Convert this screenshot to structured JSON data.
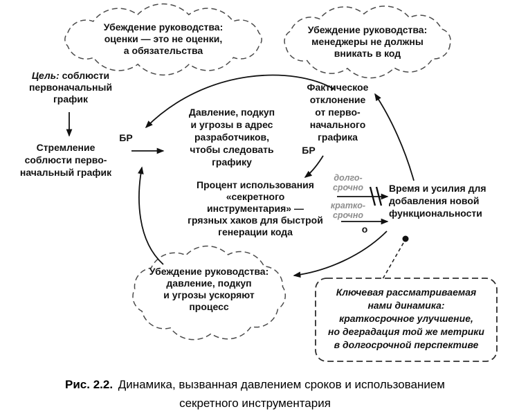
{
  "clouds": {
    "cloud1": {
      "lines": [
        "Убеждение руководства:",
        "оценки — это не оценки,",
        "а обязательства"
      ]
    },
    "cloud2": {
      "lines": [
        "Убеждение руководства:",
        "менеджеры не должны",
        "вникать в код"
      ]
    },
    "cloud3": {
      "lines": [
        "Убеждение руководства:",
        "давление, подкуп",
        "и угрозы ускоряют",
        "процесс"
      ]
    }
  },
  "nodes": {
    "goal": {
      "prefix": "Цель:",
      "line1_rest": "соблюсти",
      "line2": "первоначальный",
      "line3": "график"
    },
    "striving": {
      "lines": [
        "Стремление",
        "соблюсти перво-",
        "начальный график"
      ]
    },
    "pressure": {
      "lines": [
        "Давление, подкуп",
        "и угрозы в адрес",
        "разработчиков,",
        "чтобы следовать",
        "графику"
      ]
    },
    "deviation": {
      "lines": [
        "Фактическое",
        "отклонение",
        "от перво-",
        "начального",
        "графика"
      ]
    },
    "secret": {
      "lines": [
        "Процент использования",
        "«секретного",
        "инструментария» —",
        "грязных хаков для быстрой",
        "генерации кода"
      ]
    },
    "time": {
      "lines": [
        "Время и усилия для",
        "добавления новой",
        "функциональности"
      ]
    }
  },
  "labels": {
    "br_left": "БР",
    "br_right": "БР",
    "long_term": {
      "lines": [
        "долго-",
        "срочно"
      ]
    },
    "short_term": {
      "lines": [
        "кратко-",
        "срочно"
      ]
    },
    "o_mark": "о"
  },
  "key_box": {
    "lines": [
      "Ключевая рассматриваемая",
      "нами динамика:",
      "краткосрочное улучшение,",
      "но деградация той же метрики",
      "в долгосрочной перспективе"
    ]
  },
  "caption": {
    "figure": "Рис. 2.2.",
    "line1": "Динамика, вызванная давлением сроков и использованием",
    "line2": "секретного инструментария"
  },
  "colors": {
    "ink": "#111111",
    "gray_label": "#8d8d8d",
    "dash_stroke": "#4a4a4a",
    "background": "#ffffff"
  }
}
